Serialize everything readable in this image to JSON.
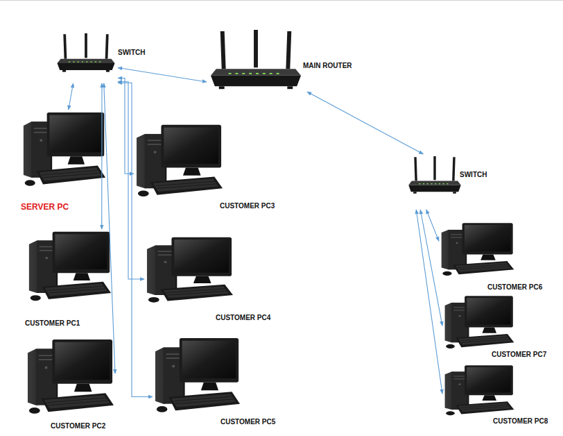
{
  "diagram": {
    "nodes": [
      {
        "text": [
          "SWITCH"
        ]
      },
      {
        "text": [
          "MAIN ROUTER"
        ]
      },
      {
        "text": [
          "SWITCH"
        ]
      },
      {
        "text": [
          "SERVER PC"
        ]
      },
      {
        "text": [
          "CUSTOMER PC1"
        ]
      },
      {
        "text": [
          "CUSTOMER PC2"
        ]
      },
      {
        "text": [
          "CUSTOMER PC3"
        ]
      },
      {
        "text": [
          "CUSTOMER PC4"
        ]
      },
      {
        "text": [
          "CUSTOMER PC5"
        ]
      },
      {
        "text": [
          "CUSTOMER PC6"
        ]
      },
      {
        "text": [
          "CUSTOMER PC7"
        ]
      },
      {
        "text": [
          "CUSTOMER PC8"
        ]
      }
    ],
    "edges": [
      {
        "from": 0,
        "to": 1,
        "arrow": "both"
      },
      {
        "from": 1,
        "to": 2,
        "arrow": "both"
      },
      {
        "from": 0,
        "to": 3,
        "arrow": "both"
      },
      {
        "from": 0,
        "to": 4,
        "arrow": "both"
      },
      {
        "from": 0,
        "to": 5,
        "arrow": "both"
      },
      {
        "from": 0,
        "to": 6,
        "arrow": "both"
      },
      {
        "from": 0,
        "to": 7,
        "arrow": "both"
      },
      {
        "from": 0,
        "to": 8,
        "arrow": "both"
      },
      {
        "from": 2,
        "to": 9,
        "arrow": "both"
      },
      {
        "from": 2,
        "to": 10,
        "arrow": "both"
      },
      {
        "from": 2,
        "to": 11,
        "arrow": "both"
      }
    ]
  }
}
